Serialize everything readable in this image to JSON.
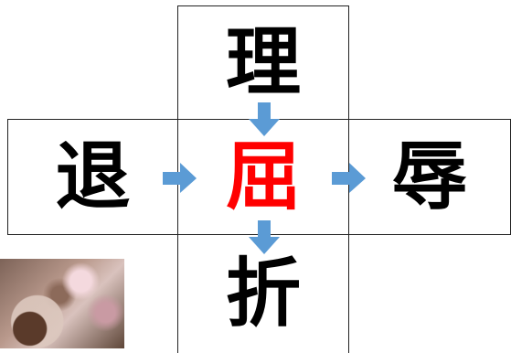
{
  "characters": {
    "top": "理",
    "left": "退",
    "center": "屈",
    "right": "辱",
    "bottom": "折"
  },
  "colors": {
    "center_text": "#ff0000",
    "arrow": "#5b9bd5",
    "grid_line": "#222222"
  },
  "photo": {
    "icon": "crystal-ball-photo"
  }
}
